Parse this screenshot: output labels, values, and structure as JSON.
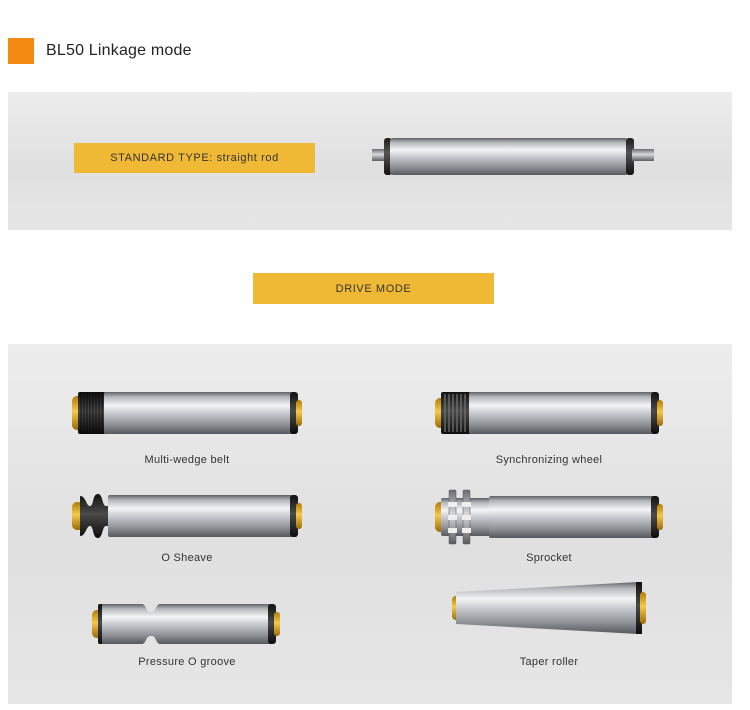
{
  "header": {
    "title": "BL50 Linkage  mode",
    "accent_color": "#f48a12"
  },
  "standard": {
    "label": "STANDARD TYPE: straight rod"
  },
  "drive": {
    "label": "DRIVE MODE",
    "tag_color": "#f0b935",
    "items": [
      {
        "label": "Multi-wedge belt",
        "icon": "multi-wedge-belt-roller-icon"
      },
      {
        "label": "Synchronizing wheel",
        "icon": "synchronizing-wheel-roller-icon"
      },
      {
        "label": "O Sheave",
        "icon": "o-sheave-roller-icon"
      },
      {
        "label": "Sprocket",
        "icon": "sprocket-roller-icon"
      },
      {
        "label": "Pressure O groove",
        "icon": "pressure-o-groove-roller-icon"
      },
      {
        "label": "Taper roller",
        "icon": "taper-roller-icon"
      }
    ]
  }
}
